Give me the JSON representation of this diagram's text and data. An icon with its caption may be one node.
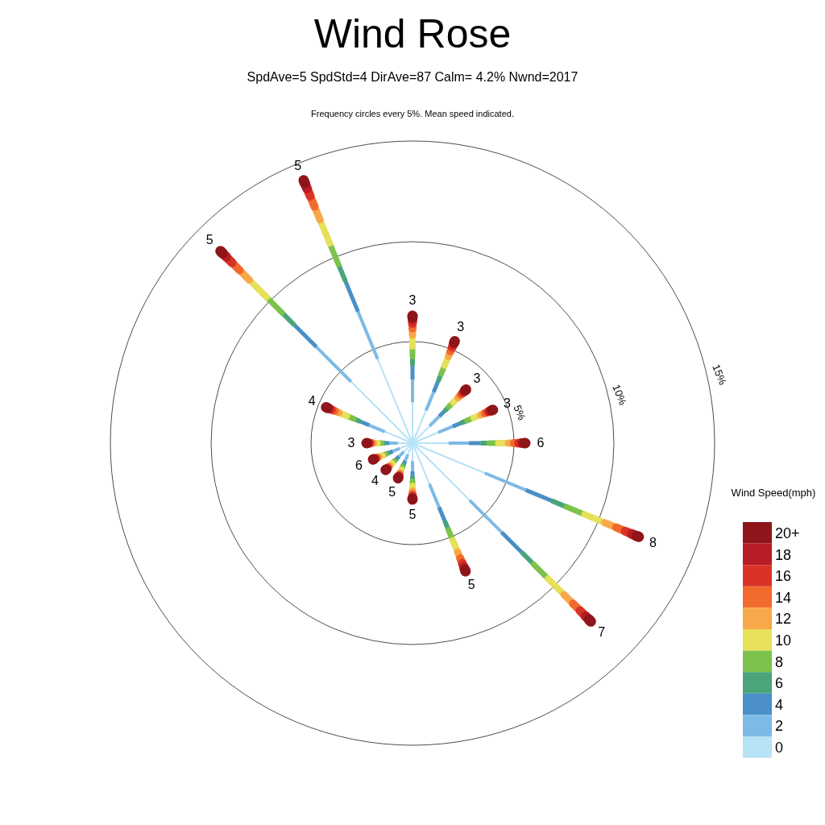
{
  "diagram": {
    "title": "Wind Rose",
    "labels": [
      "SpdAve=5  SpdStd=4  DirAve=87   Calm= 4.2%  Nwnd=2017",
      "Frequency circles every 5%. Mean speed indicated.",
      "5",
      "5",
      "3",
      "3",
      "15%",
      "3",
      "10%",
      "4",
      "3",
      "5%",
      "3",
      "6",
      "6",
      "4",
      "5",
      "Wind Speed(mph)",
      "5",
      "8",
      "5",
      "7"
    ],
    "legend": [
      {
        "text": "20+",
        "color": "#8e1519"
      },
      {
        "text": "18",
        "color": "#b81c24"
      },
      {
        "text": "16",
        "color": "#d93328"
      },
      {
        "text": "14",
        "color": "#f26a2c"
      },
      {
        "text": "12",
        "color": "#f7a84a"
      },
      {
        "text": "10",
        "color": "#e6e05a"
      },
      {
        "text": "8",
        "color": "#7cc24c"
      },
      {
        "text": "6",
        "color": "#4aa57a"
      },
      {
        "text": "4",
        "color": "#4a8fc8"
      },
      {
        "text": "2",
        "color": "#7dbae6"
      },
      {
        "text": "0",
        "color": "#b8e2f5"
      }
    ]
  }
}
